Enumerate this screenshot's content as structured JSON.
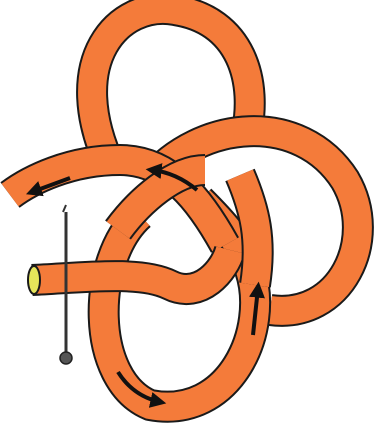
{
  "diagram": {
    "kind": "knot-tying-illustration",
    "rope_color": "#f47b3a",
    "rope_outline_color": "#1a1a1a",
    "rope_end_color": "#e6e65a",
    "arrow_color": "#111111",
    "pin_color": "#333333",
    "pin_head_color": "#555555",
    "background": "#ffffff",
    "icons": [
      "rope-strand",
      "direction-arrow",
      "pin-icon",
      "rope-end-icon"
    ]
  }
}
